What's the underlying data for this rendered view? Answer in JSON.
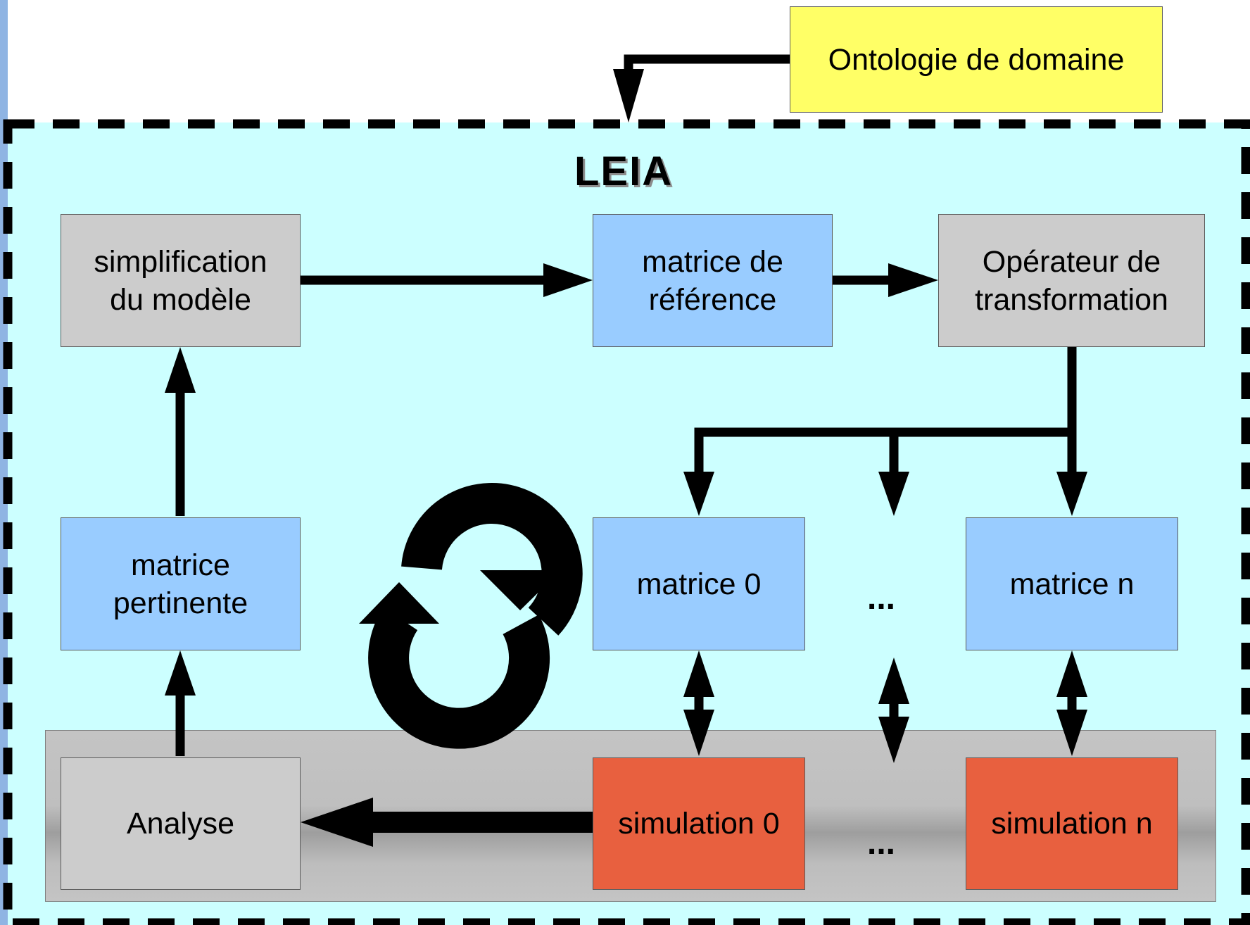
{
  "title": "LEIA",
  "boxes": {
    "ontologie": "Ontologie de domaine",
    "simplification": "simplification\ndu modèle",
    "matrice_reference": "matrice de\nréférence",
    "operateur": "Opérateur de\ntransformation",
    "matrice_pertinente": "matrice\npertinente",
    "matrice_0": "matrice 0",
    "matrice_n": "matrice n",
    "analyse": "Analyse",
    "simulation_0": "simulation 0",
    "simulation_n": "simulation n"
  },
  "ellipsis": "...",
  "colors": {
    "container_fill": "#ccffff",
    "grey_box": "#cccccc",
    "blue_box": "#99ccff",
    "red_box": "#e8603f",
    "yellow_box": "#ffff66"
  }
}
